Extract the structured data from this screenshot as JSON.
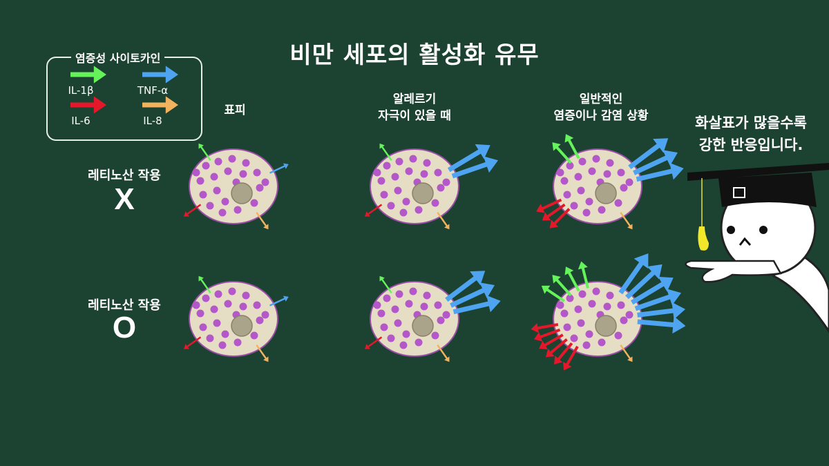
{
  "title": "비만 세포의 활성화 유무",
  "legend": {
    "title": "염증성 사이토카인",
    "items": [
      {
        "key": "il1b",
        "label": "IL-1β",
        "color": "#66f25a"
      },
      {
        "key": "tnf",
        "label": "TNF-α",
        "color": "#4ea4f0"
      },
      {
        "key": "il6",
        "label": "IL-6",
        "color": "#e3192b"
      },
      {
        "key": "il8",
        "label": "IL-8",
        "color": "#f3b25e"
      }
    ]
  },
  "columns": [
    {
      "label_lines": [
        "표피"
      ]
    },
    {
      "label_lines": [
        "알레르기",
        "자극이 있을 때"
      ]
    },
    {
      "label_lines": [
        "일반적인",
        "염증이나 감염 상황"
      ]
    }
  ],
  "rows": [
    {
      "label": "레티노산 작용",
      "mark": "X"
    },
    {
      "label": "레티노산 작용",
      "mark": "O"
    }
  ],
  "cells": [
    {
      "row": 0,
      "col": 0,
      "arrows": {
        "il1b": 1,
        "tnf": 1,
        "il6": 1,
        "il8": 1
      },
      "strength": 0
    },
    {
      "row": 0,
      "col": 1,
      "arrows": {
        "il1b": 1,
        "tnf": 2,
        "il6": 1,
        "il8": 1
      },
      "strength": 1
    },
    {
      "row": 0,
      "col": 2,
      "arrows": {
        "il1b": 2,
        "tnf": 3,
        "il6": 3,
        "il8": 1
      },
      "strength": 1
    },
    {
      "row": 1,
      "col": 0,
      "arrows": {
        "il1b": 1,
        "tnf": 1,
        "il6": 1,
        "il8": 1
      },
      "strength": 1
    },
    {
      "row": 1,
      "col": 1,
      "arrows": {
        "il1b": 1,
        "tnf": 3,
        "il6": 1,
        "il8": 1
      },
      "strength": 1
    },
    {
      "row": 1,
      "col": 2,
      "arrows": {
        "il1b": 4,
        "tnf": 6,
        "il6": 6,
        "il8": 1
      },
      "strength": 1
    }
  ],
  "note": {
    "lines": [
      "화살표가 많을수록",
      "강한 반응입니다."
    ]
  },
  "colors": {
    "background": "#1c4231",
    "cell_fill": "#e6dec4",
    "cell_border": "#9a4fa6",
    "granule": "#b457c9",
    "nucleus": "#aaa48a"
  }
}
